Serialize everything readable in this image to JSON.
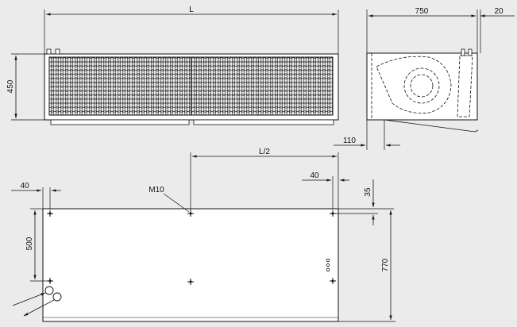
{
  "colors": {
    "background": "#ebebeb",
    "line": "#111111",
    "body_fill": "#ffffff",
    "grille_fill": "#e4e4e4"
  },
  "labels": {
    "length": "L",
    "height": "450",
    "depth": "750",
    "flange": "20",
    "outlet_offset": "110",
    "half_length": "L/2",
    "mount_offset_right": "40",
    "mount_offset_left": "40",
    "mount_offset_top": "35",
    "thread": "M10",
    "mount_spacing": "500",
    "total_depth": "770"
  }
}
